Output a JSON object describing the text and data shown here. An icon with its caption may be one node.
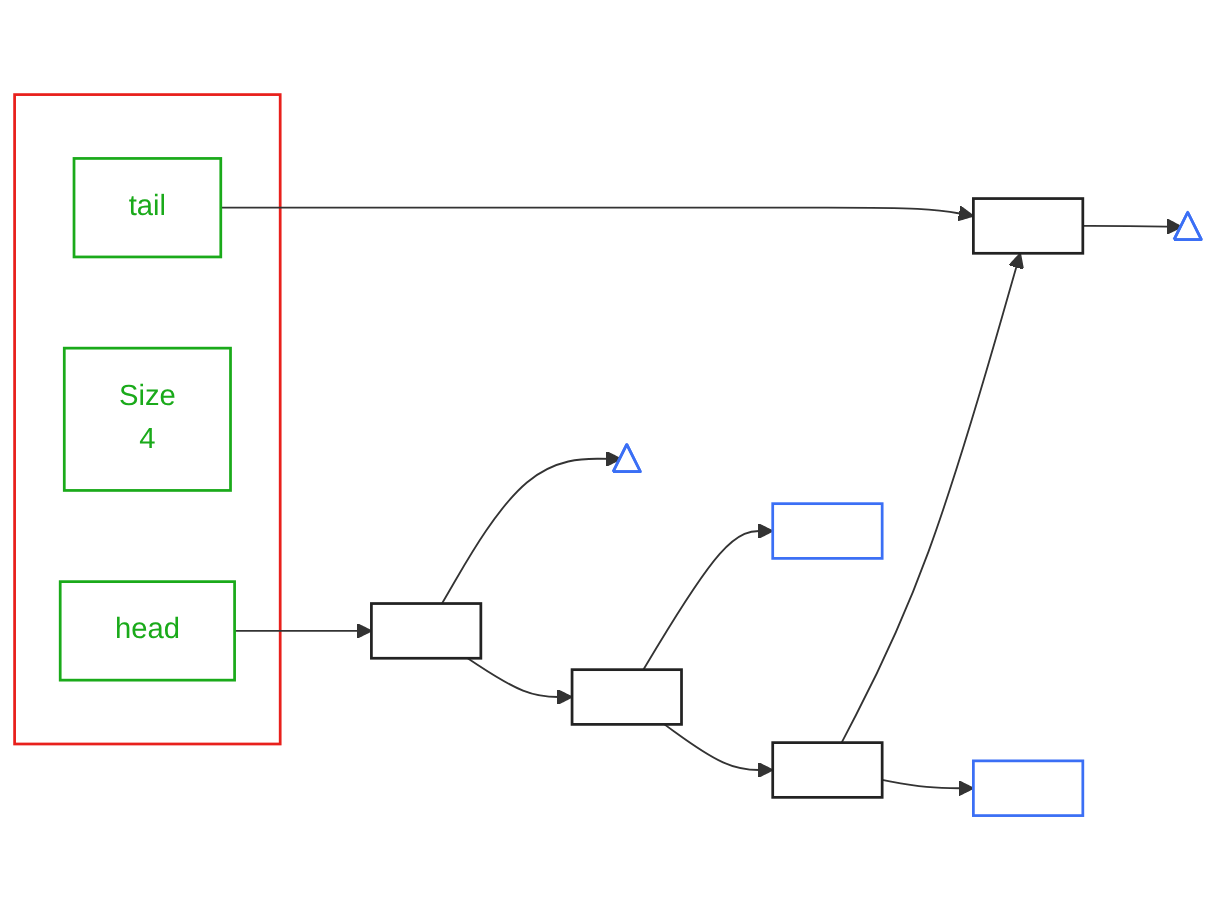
{
  "diagram": {
    "nodes": [
      {
        "text": [],
        "shape": "box"
      },
      {
        "text": [
          "head"
        ],
        "in": 0
      },
      {
        "text": [
          "Size",
          "4"
        ],
        "in": 0
      },
      {
        "text": [
          "tail"
        ],
        "in": 0
      },
      {
        "text": [],
        "shape": "box"
      },
      {
        "text": [],
        "shape": "box"
      },
      {
        "text": [],
        "shape": "box"
      },
      {
        "text": [],
        "shape": "box"
      },
      {
        "text": [],
        "shape": "triangle"
      },
      {
        "text": [],
        "shape": "box"
      },
      {
        "text": [],
        "shape": "box"
      },
      {
        "text": [],
        "shape": "triangle"
      }
    ],
    "edges": [
      {
        "from": 1,
        "to": 4,
        "arrow": "to"
      },
      {
        "from": 4,
        "to": 5,
        "arrow": "to"
      },
      {
        "from": 5,
        "to": 6,
        "arrow": "to"
      },
      {
        "from": 6,
        "to": 7,
        "arrow": "to"
      },
      {
        "from": 3,
        "to": 7,
        "arrow": "to"
      },
      {
        "from": 4,
        "to": 8,
        "arrow": "to"
      },
      {
        "from": 5,
        "to": 9,
        "arrow": "to"
      },
      {
        "from": 6,
        "to": 10,
        "arrow": "to"
      },
      {
        "from": 7,
        "to": 11,
        "arrow": "to"
      }
    ]
  }
}
